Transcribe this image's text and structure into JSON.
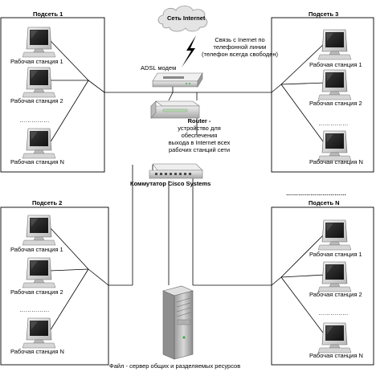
{
  "subnets": {
    "s1": {
      "title": "Подсеть 1",
      "ws1": "Рабочая станция 1",
      "ws2": "Рабочая станция 2",
      "dots": "……………",
      "wsN": "Рабочая станция N"
    },
    "s2": {
      "title": "Подсеть 2",
      "ws1": "Рабочая станция 1",
      "ws2": "Рабочая станция 2",
      "dots": "……………",
      "wsN": "Рабочая станция N"
    },
    "s3": {
      "title": "Подсеть 3",
      "ws1": "Рабочая станция 1",
      "ws2": "Рабочая станция 2",
      "dots": "……………",
      "wsN": "Рабочая станция N"
    },
    "sN": {
      "title": "Подсеть N",
      "ws1": "Рабочая станция 1",
      "ws2": "Рабочая станция 2",
      "dots": "……………",
      "wsN": "Рабочая станция N"
    }
  },
  "subnet_ellipsis": "…………………………",
  "internet": {
    "label": "Сеть Internet"
  },
  "link_note": {
    "line1": "Связь с Inernet по",
    "line2": "телефонной линии",
    "line3": "(телефон всегда свободен)"
  },
  "adsl": {
    "label": "ADSL модем"
  },
  "router": {
    "title": "Router -",
    "line1": "устройство для",
    "line2": "обеспечения",
    "line3": "выхода в Internet всех",
    "line4": "рабочих станций сети"
  },
  "switch": {
    "label": "Коммутатор Cisco Systems"
  },
  "server": {
    "label": "Файл - сервер общих и разделяемых ресурсов"
  }
}
